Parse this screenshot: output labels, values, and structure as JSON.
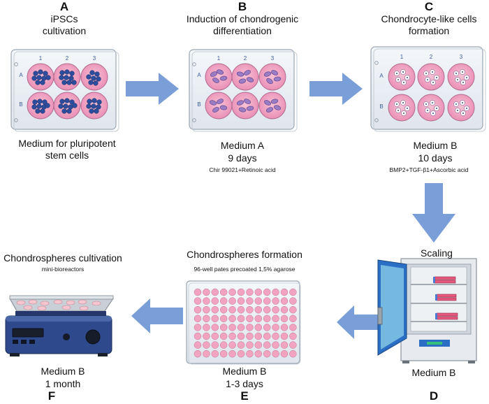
{
  "panels": {
    "a": {
      "letter": "A",
      "title_line1": "iPSCs",
      "title_line2": "cultivation",
      "medium_line1": "Medium for pluripotent",
      "medium_line2": "stem cells"
    },
    "b": {
      "letter": "B",
      "title_line1": "Induction of chondrogenic",
      "title_line2": "differentiation",
      "medium": "Medium A",
      "duration": "9 days",
      "additives": "Chir 99021+Retinoic acid"
    },
    "c": {
      "letter": "C",
      "title_line1": "Chondrocyte-like cells",
      "title_line2": "formation",
      "medium": "Medium B",
      "duration": "10 days",
      "additives": "BMP2+TGF-β1+Ascorbic acid"
    },
    "scaling": "Scaling",
    "d": {
      "letter": "D",
      "medium": "Medium B"
    },
    "e": {
      "letter": "E",
      "title": "Chondrospheres formation",
      "subtitle": "96-well pates precoated 1,5% agarose",
      "medium": "Medium B",
      "duration": "1-3 days"
    },
    "f": {
      "letter": "F",
      "title": "Chondrospheres cultivation",
      "subtitle": "mini-bioreactors",
      "medium": "Medium B",
      "duration": "1 month"
    }
  },
  "plate_labels": {
    "cols": [
      "1",
      "2",
      "3"
    ],
    "rows": [
      "A",
      "B"
    ]
  },
  "colors": {
    "arrow": "#7a9fd8",
    "well_fill": "#f2a9c4",
    "plate": "#eef2f6",
    "cell_dark": "#2d4c9c",
    "incubator_door": "#2a6fc4"
  }
}
